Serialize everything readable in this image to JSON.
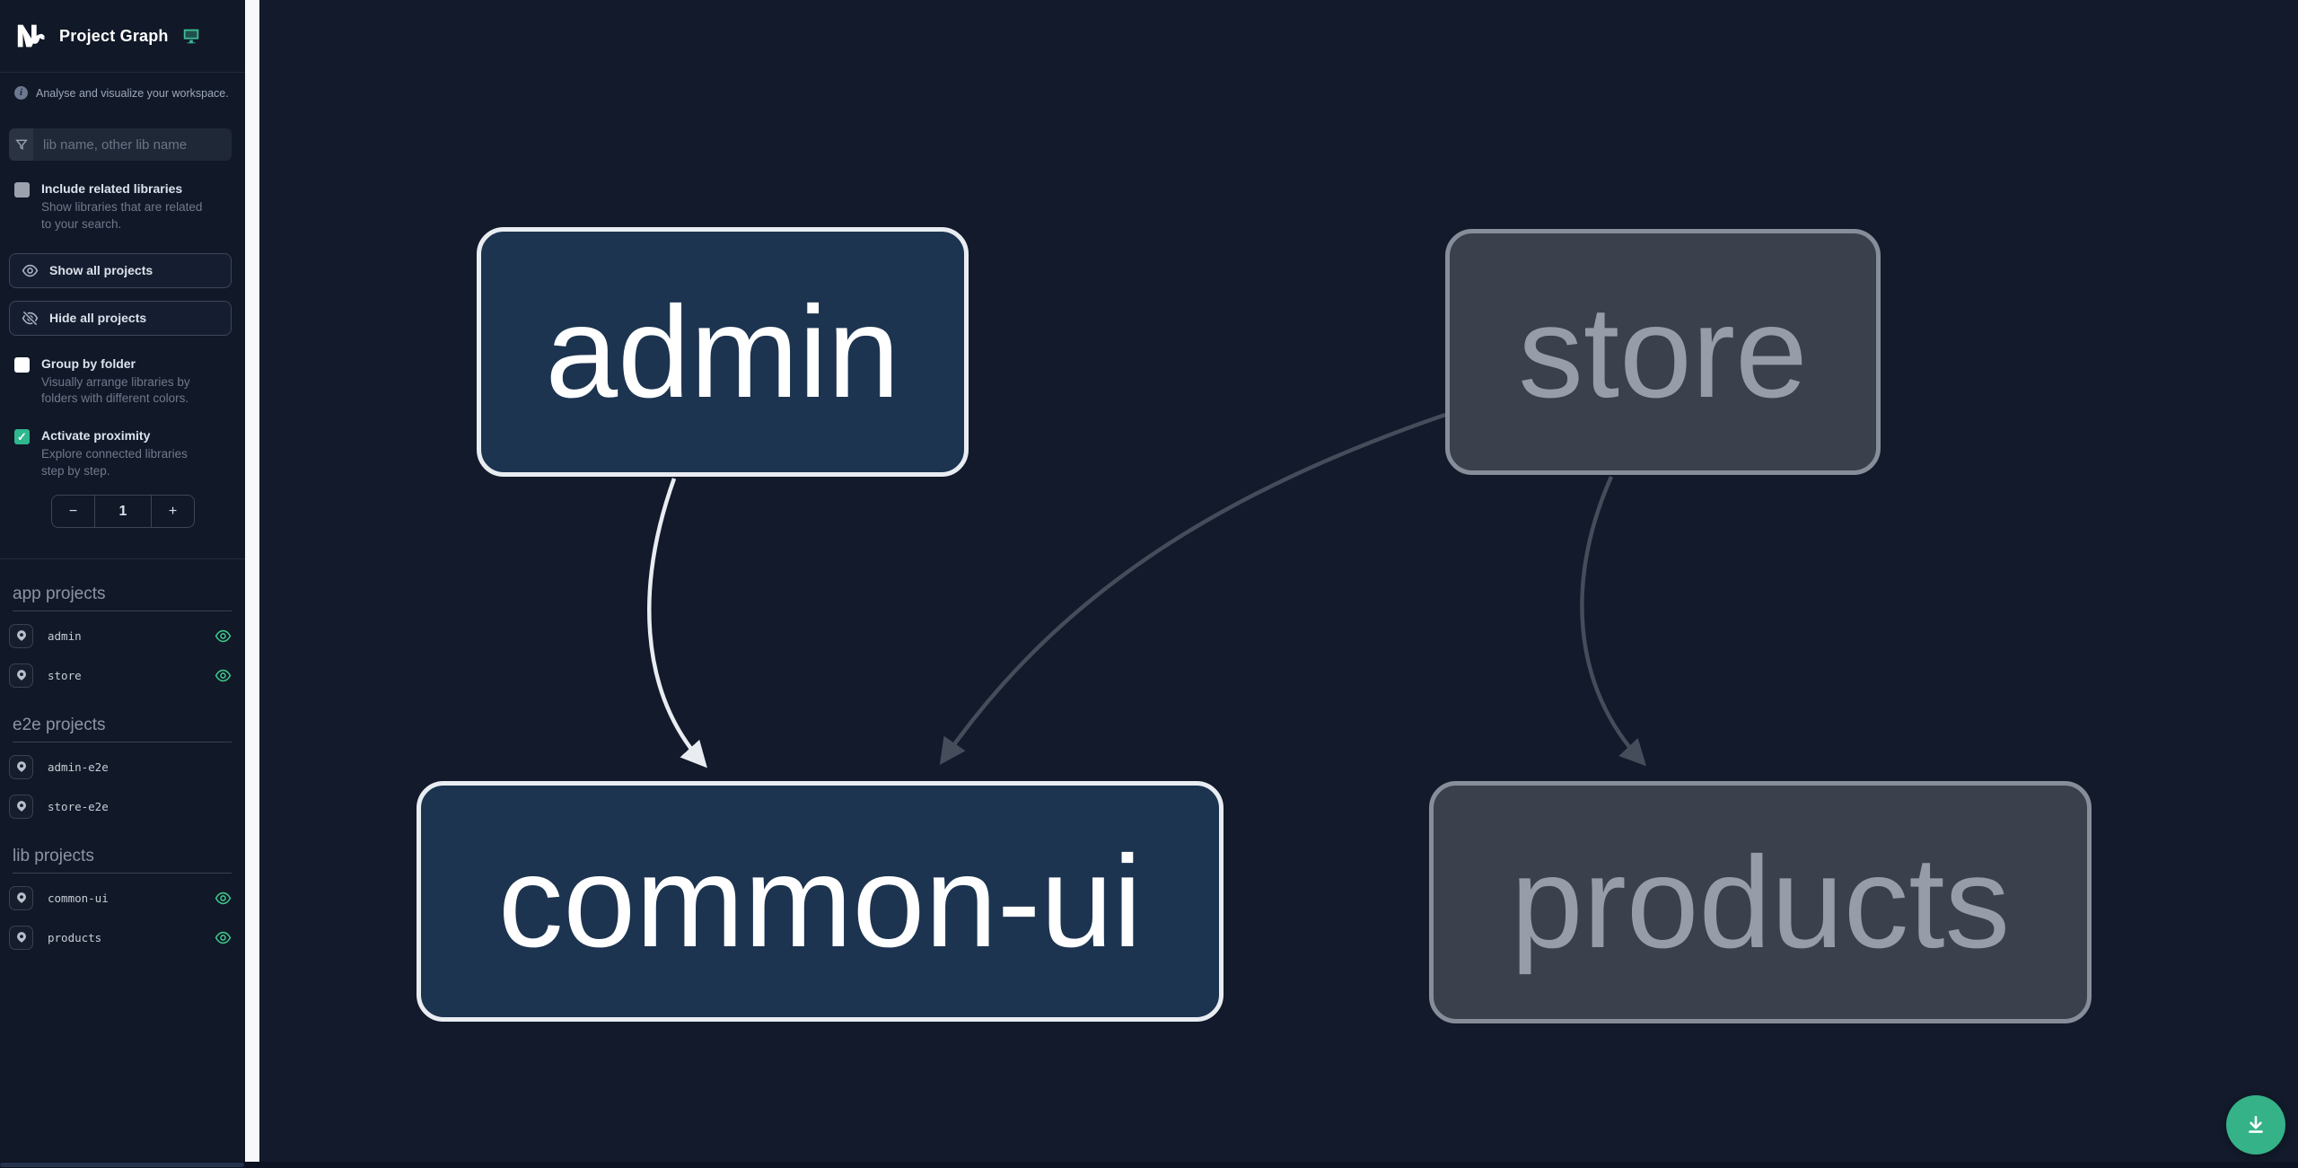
{
  "header": {
    "title": "Project Graph",
    "logo_icon": "nx-logo",
    "action_icon": "monitor-icon"
  },
  "sidebar": {
    "tagline": "Analyse and visualize your workspace.",
    "filter": {
      "placeholder": "lib name, other lib name"
    },
    "checkboxes": [
      {
        "label": "Include related libraries",
        "description": "Show libraries that are related to your search.",
        "checked": false
      },
      {
        "label": "Group by folder",
        "description": "Visually arrange libraries by folders with different colors.",
        "checked": false
      },
      {
        "label": "Activate proximity",
        "description": "Explore connected libraries step by step.",
        "checked": true
      }
    ],
    "buttons": {
      "show_all": "Show all projects",
      "hide_all": "Hide all projects"
    },
    "stepper": {
      "decrement": "−",
      "value": "1",
      "increment": "+"
    },
    "sections": [
      {
        "title": "app projects",
        "items": [
          {
            "name": "admin",
            "eye_visible": true
          },
          {
            "name": "store",
            "eye_visible": true
          }
        ]
      },
      {
        "title": "e2e projects",
        "items": [
          {
            "name": "admin-e2e",
            "eye_visible": false
          },
          {
            "name": "store-e2e",
            "eye_visible": false
          }
        ]
      },
      {
        "title": "lib projects",
        "items": [
          {
            "name": "common-ui",
            "eye_visible": true
          },
          {
            "name": "products",
            "eye_visible": true
          }
        ]
      }
    ]
  },
  "graph": {
    "nodes": [
      {
        "label": "admin",
        "state": "focused"
      },
      {
        "label": "store",
        "state": "faded"
      },
      {
        "label": "common-ui",
        "state": "focused"
      },
      {
        "label": "products",
        "state": "faded"
      }
    ],
    "edges": [
      {
        "from": "admin",
        "to": "common-ui",
        "state": "active"
      },
      {
        "from": "store",
        "to": "common-ui",
        "state": "inactive"
      },
      {
        "from": "store",
        "to": "products",
        "state": "inactive"
      }
    ]
  },
  "fab": {
    "icon": "download-icon"
  },
  "colors": {
    "accent_teal": "#35b287",
    "eye_green": "#3ec488",
    "node_focused_fill": "#1c3450",
    "node_focused_border": "#e9edf2",
    "node_faded_fill": "#3a404c",
    "node_faded_border": "#878e9a",
    "edge_active": "#e9edf2",
    "edge_inactive": "#454c5a",
    "sidebar_bg": "#111827",
    "canvas_bg": "#121a2b",
    "divider": "#f7f8fa"
  }
}
